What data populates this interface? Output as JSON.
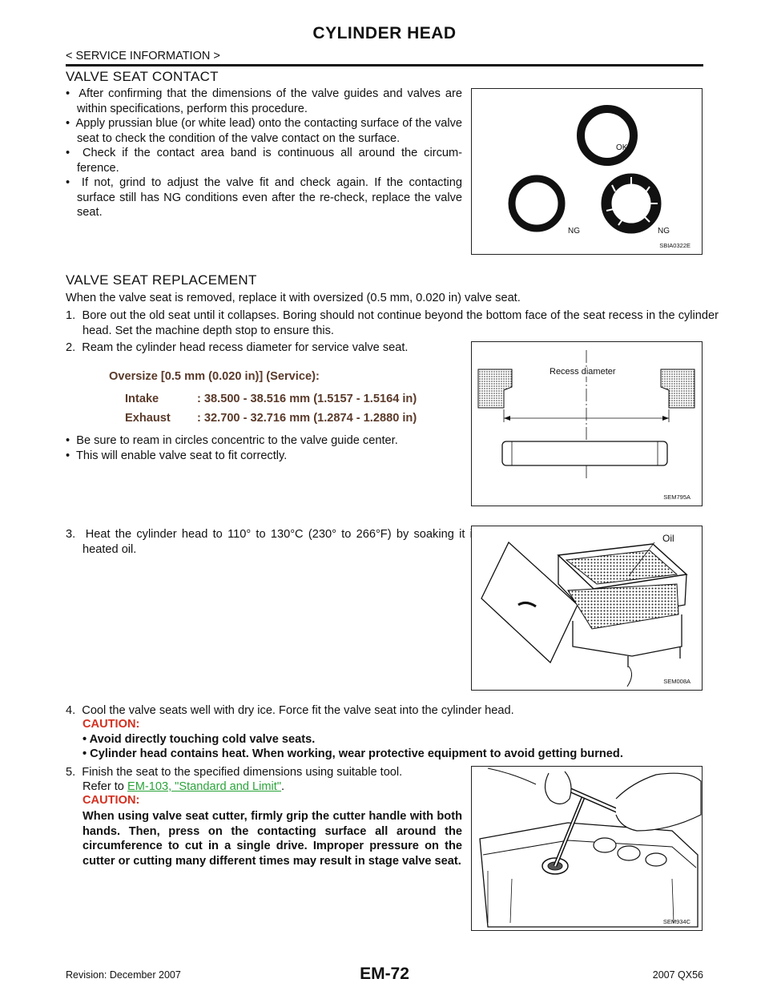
{
  "header": {
    "title": "CYLINDER HEAD",
    "section": "< SERVICE INFORMATION >"
  },
  "contact": {
    "heading": "VALVE SEAT CONTACT",
    "bullets": [
      "After confirming that the dimensions of the valve guides and valves are within specifications, perform this procedure.",
      "Apply prussian blue (or white lead) onto the contacting surface of the valve seat to check the condition of the valve contact on the surface.",
      "Check if the contact area band is continuous all around the circum-ference.",
      "If not, grind to adjust the valve fit and check again. If the contacting surface still has NG conditions even after the re-check, replace the valve seat."
    ],
    "figure": {
      "ok_label": "OK",
      "ng_label_1": "NG",
      "ng_label_2": "NG",
      "code": "SBIA0322E"
    }
  },
  "replacement": {
    "heading": "VALVE SEAT REPLACEMENT",
    "intro": "When the valve seat is removed, replace it with oversized (0.5 mm, 0.020 in) valve seat.",
    "step1": "1.  Bore out the old seat until it collapses. Boring should not continue beyond the bottom face of the seat recess in the cylinder head. Set the machine depth stop to ensure this.",
    "step2": "2.  Ream the cylinder head recess diameter for service valve seat.",
    "spec_title": "Oversize [0.5 mm (0.020 in)] (Service):",
    "spec_intake_label": "Intake",
    "spec_intake_value": ": 38.500 - 38.516 mm (1.5157 - 1.5164 in)",
    "spec_exhaust_label": "Exhaust",
    "spec_exhaust_value": ": 32.700 - 32.716 mm (1.2874 - 1.2880 in)",
    "step2_bullets": [
      "Be sure to ream in circles concentric to the valve guide center.",
      "This will enable valve seat to fit correctly."
    ],
    "figure2": {
      "label": "Recess diameter",
      "code": "SEM795A"
    },
    "step3": "3.  Heat the cylinder head to 110° to 130°C (230° to 266°F) by soaking it in heated oil.",
    "figure3": {
      "label": "Oil",
      "code": "SEM008A"
    },
    "step4": "4.  Cool the valve seats well with dry ice. Force fit the valve seat into the cylinder head.",
    "caution_label": "CAUTION:",
    "step4_cautions": [
      "• Avoid directly touching cold valve seats.",
      "• Cylinder head contains heat. When working, wear protective equipment to avoid getting burned."
    ],
    "step5": "5.  Finish the seat to the specified dimensions using suitable tool.",
    "step5_ref_prefix": "Refer to ",
    "step5_ref_link": "EM-103, \"Standard and Limit\"",
    "step5_ref_suffix": ".",
    "step5_caution_text": "When using valve seat cutter, firmly grip the cutter handle with both hands. Then, press on the contacting surface all around the circumference to cut in a single drive. Improper pressure on the cutter or cutting many different times may result in stage valve seat.",
    "figure4": {
      "code": "SEM934C"
    }
  },
  "footer": {
    "revision": "Revision: December 2007",
    "page": "EM-72",
    "model": "2007 QX56"
  },
  "colors": {
    "caution": "#d43020",
    "link": "#2aa43a",
    "spec": "#5a3a2a"
  }
}
